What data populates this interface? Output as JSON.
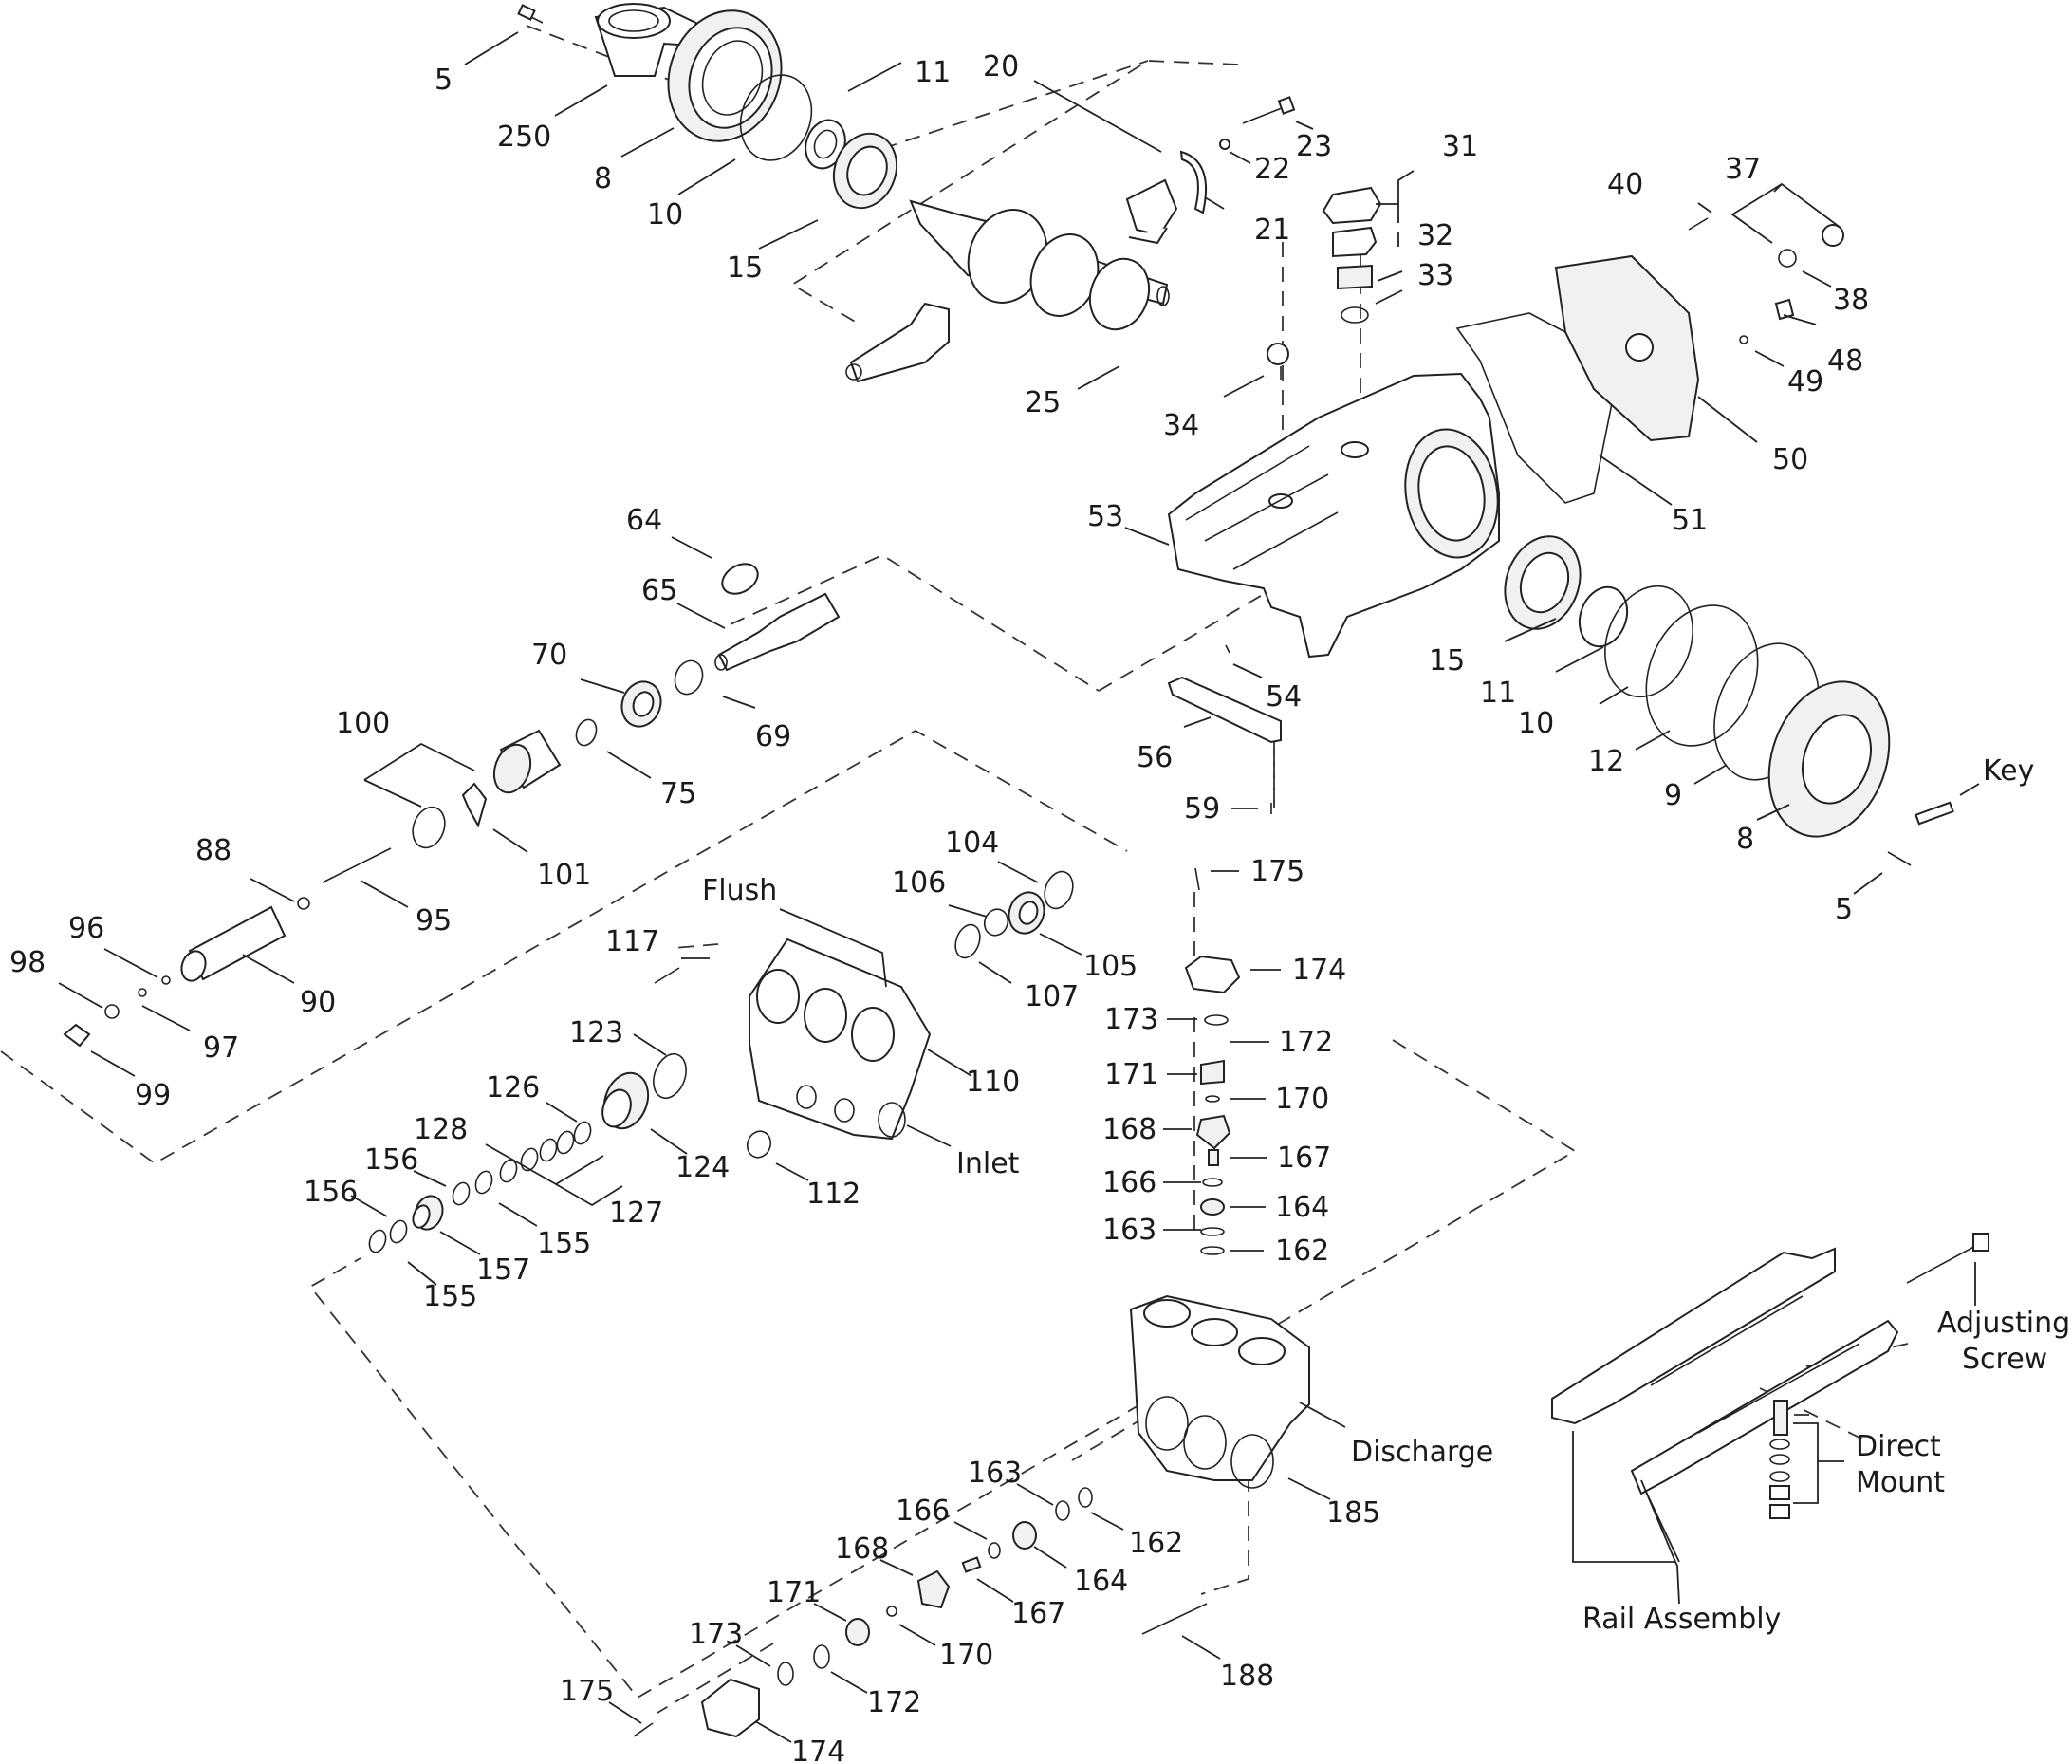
{
  "labels": [
    {
      "id": "5",
      "text": "5"
    },
    {
      "id": "250",
      "text": "250"
    },
    {
      "id": "8",
      "text": "8"
    },
    {
      "id": "10",
      "text": "10"
    },
    {
      "id": "11",
      "text": "11"
    },
    {
      "id": "15",
      "text": "15"
    },
    {
      "id": "20",
      "text": "20"
    },
    {
      "id": "21",
      "text": "21"
    },
    {
      "id": "22",
      "text": "22"
    },
    {
      "id": "23",
      "text": "23"
    },
    {
      "id": "25",
      "text": "25"
    },
    {
      "id": "31",
      "text": "31"
    },
    {
      "id": "32",
      "text": "32"
    },
    {
      "id": "33",
      "text": "33"
    },
    {
      "id": "34",
      "text": "34"
    },
    {
      "id": "37",
      "text": "37"
    },
    {
      "id": "38",
      "text": "38"
    },
    {
      "id": "40",
      "text": "40"
    },
    {
      "id": "48",
      "text": "48"
    },
    {
      "id": "49",
      "text": "49"
    },
    {
      "id": "50",
      "text": "50"
    },
    {
      "id": "51",
      "text": "51"
    },
    {
      "id": "53",
      "text": "53"
    },
    {
      "id": "54",
      "text": "54"
    },
    {
      "id": "56",
      "text": "56"
    },
    {
      "id": "59",
      "text": "59"
    },
    {
      "id": "64",
      "text": "64"
    },
    {
      "id": "65",
      "text": "65"
    },
    {
      "id": "69",
      "text": "69"
    },
    {
      "id": "70",
      "text": "70"
    },
    {
      "id": "75",
      "text": "75"
    },
    {
      "id": "100",
      "text": "100"
    },
    {
      "id": "101",
      "text": "101"
    },
    {
      "id": "88",
      "text": "88"
    },
    {
      "id": "95",
      "text": "95"
    },
    {
      "id": "90",
      "text": "90"
    },
    {
      "id": "96",
      "text": "96"
    },
    {
      "id": "97",
      "text": "97"
    },
    {
      "id": "98",
      "text": "98"
    },
    {
      "id": "99",
      "text": "99"
    },
    {
      "id": "15b",
      "text": "15"
    },
    {
      "id": "11b",
      "text": "11"
    },
    {
      "id": "10b",
      "text": "10"
    },
    {
      "id": "12",
      "text": "12"
    },
    {
      "id": "9",
      "text": "9"
    },
    {
      "id": "8b",
      "text": "8"
    },
    {
      "id": "5b",
      "text": "5"
    },
    {
      "id": "key",
      "text": "Key"
    },
    {
      "id": "104",
      "text": "104"
    },
    {
      "id": "105",
      "text": "105"
    },
    {
      "id": "106",
      "text": "106"
    },
    {
      "id": "107",
      "text": "107"
    },
    {
      "id": "flush",
      "text": "Flush"
    },
    {
      "id": "117",
      "text": "117"
    },
    {
      "id": "110",
      "text": "110"
    },
    {
      "id": "123",
      "text": "123"
    },
    {
      "id": "124",
      "text": "124"
    },
    {
      "id": "126",
      "text": "126"
    },
    {
      "id": "127",
      "text": "127"
    },
    {
      "id": "128",
      "text": "128"
    },
    {
      "id": "156",
      "text": "156"
    },
    {
      "id": "156b",
      "text": "156"
    },
    {
      "id": "155",
      "text": "155"
    },
    {
      "id": "155b",
      "text": "155"
    },
    {
      "id": "157",
      "text": "157"
    },
    {
      "id": "112",
      "text": "112"
    },
    {
      "id": "inlet",
      "text": "Inlet"
    },
    {
      "id": "175",
      "text": "175"
    },
    {
      "id": "174",
      "text": "174"
    },
    {
      "id": "173",
      "text": "173"
    },
    {
      "id": "172",
      "text": "172"
    },
    {
      "id": "171",
      "text": "171"
    },
    {
      "id": "170",
      "text": "170"
    },
    {
      "id": "168",
      "text": "168"
    },
    {
      "id": "167",
      "text": "167"
    },
    {
      "id": "166",
      "text": "166"
    },
    {
      "id": "164",
      "text": "164"
    },
    {
      "id": "163",
      "text": "163"
    },
    {
      "id": "162",
      "text": "162"
    },
    {
      "id": "discharge",
      "text": "Discharge"
    },
    {
      "id": "185",
      "text": "185"
    },
    {
      "id": "188",
      "text": "188"
    },
    {
      "id": "163b",
      "text": "163"
    },
    {
      "id": "162b",
      "text": "162"
    },
    {
      "id": "166b",
      "text": "166"
    },
    {
      "id": "164b",
      "text": "164"
    },
    {
      "id": "168b",
      "text": "168"
    },
    {
      "id": "167b",
      "text": "167"
    },
    {
      "id": "171b",
      "text": "171"
    },
    {
      "id": "170b",
      "text": "170"
    },
    {
      "id": "173b",
      "text": "173"
    },
    {
      "id": "172b",
      "text": "172"
    },
    {
      "id": "175b",
      "text": "175"
    },
    {
      "id": "174b",
      "text": "174"
    },
    {
      "id": "adjusting1",
      "text": "Adjusting"
    },
    {
      "id": "adjusting2",
      "text": "Screw"
    },
    {
      "id": "direct1",
      "text": "Direct"
    },
    {
      "id": "direct2",
      "text": "Mount"
    },
    {
      "id": "rail",
      "text": "Rail Assembly"
    }
  ]
}
